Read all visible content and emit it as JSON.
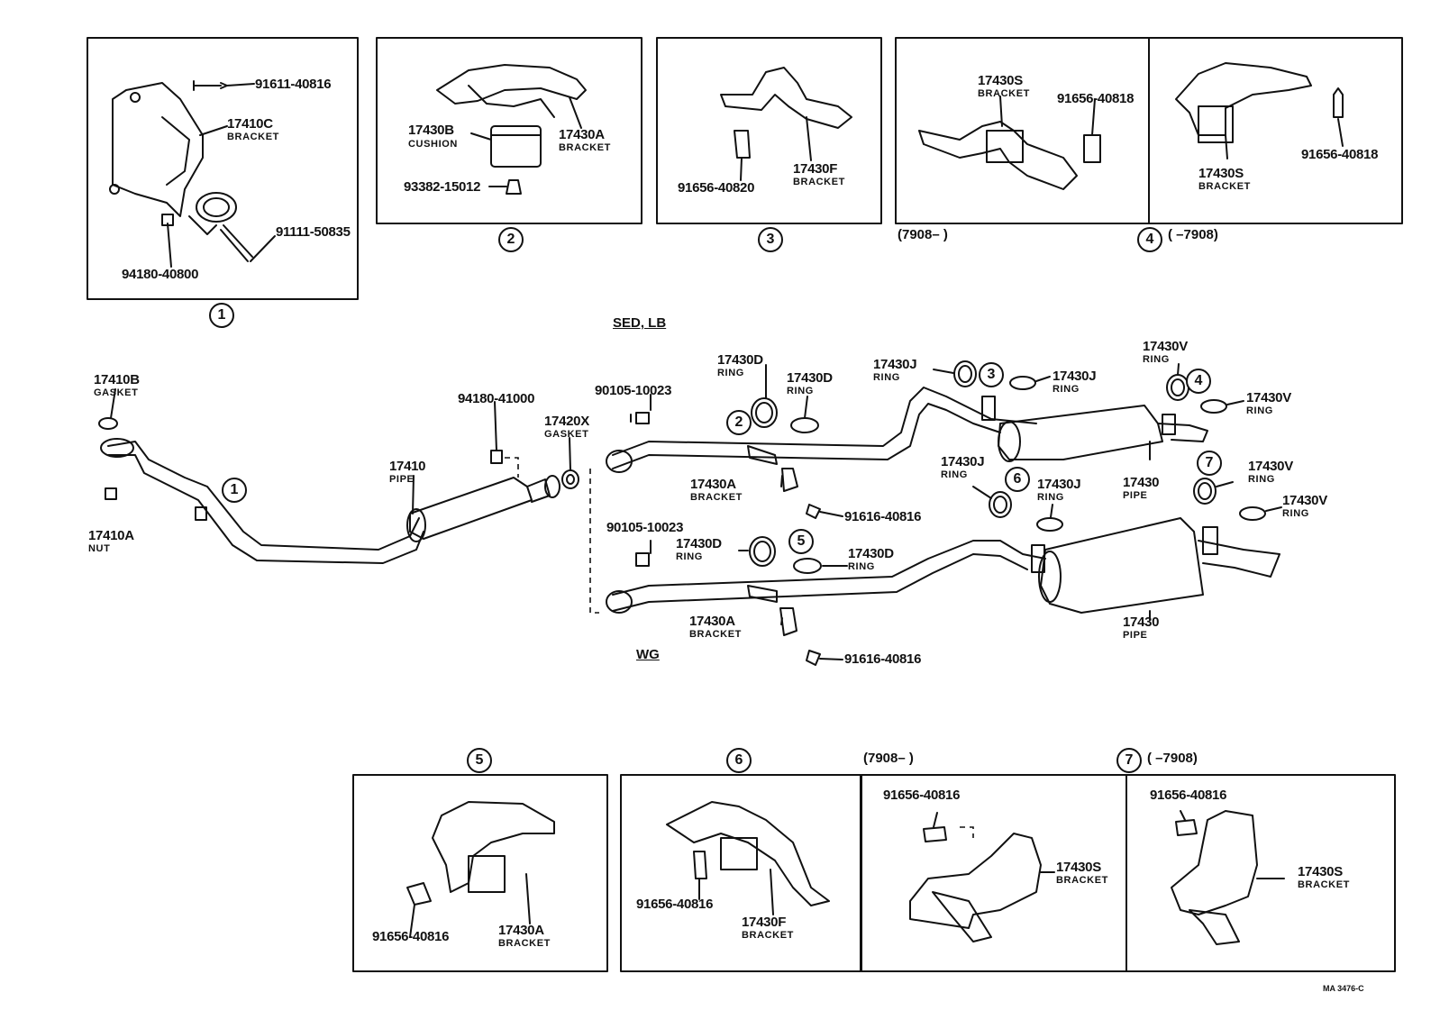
{
  "diagram_code": "MA 3476-C",
  "sections": {
    "sed_lb": "SED, LB",
    "wg": "WG"
  },
  "callouts": {
    "c1": "1",
    "c2": "2",
    "c3": "3",
    "c4": "4",
    "c5": "5",
    "c6": "6",
    "c7": "7"
  },
  "serial_ranges": {
    "from_7908": "(7908–        )",
    "to_7908": "(        –7908)"
  },
  "parts": {
    "p_91611_40816": "91611-40816",
    "p_17410C": "17410C",
    "bracket": "BRACKET",
    "p_94180_40800": "94180-40800",
    "p_91111_50835": "91111-50835",
    "p_17430B": "17430B",
    "cushion": "CUSHION",
    "p_17430A": "17430A",
    "p_93382_15012": "93382-15012",
    "p_91656_40820": "91656-40820",
    "p_17430F": "17430F",
    "p_17430S": "17430S",
    "p_91656_40818": "91656-40818",
    "p_17410B": "17410B",
    "gasket": "GASKET",
    "p_17410A": "17410A",
    "nut": "NUT",
    "p_17410": "17410",
    "pipe": "PIPE",
    "p_94180_41000": "94180-41000",
    "p_17420X": "17420X",
    "p_90105_10023": "90105-10023",
    "p_17430D": "17430D",
    "ring": "RING",
    "p_17430J": "17430J",
    "p_17430V": "17430V",
    "p_17430": "17430",
    "p_91616_40816": "91616-40816",
    "p_91656_40816": "91656-40816"
  }
}
